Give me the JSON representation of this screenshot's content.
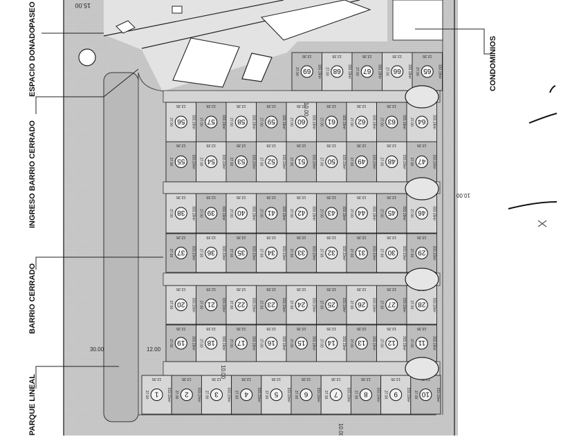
{
  "labels": {
    "paseo": "PASEO",
    "espacio_donado": "ESPACIO DONADO",
    "ingreso_barrio_cerrado": "INGRESO BARRIO CERRADO",
    "barrio_cerrado": "BARRIO CERRADO",
    "parque_lineal": "PARQUE LINEAL",
    "condominios": "CONDOMINIOS"
  },
  "dimensions": {
    "top_left": "15.00",
    "road_a": "10.00",
    "road_b": "10.00",
    "road_c": "10.00",
    "road_d": "10.00",
    "width_30": "30.00",
    "width_12": "12.00"
  },
  "lot_dims": {
    "front": "12.35",
    "depth": "27.00",
    "area": "333.19m²"
  },
  "lot_blocks": [
    {
      "name": "row-1",
      "lots": [
        "1",
        "2",
        "3",
        "4",
        "5",
        "6",
        "7",
        "8",
        "9",
        "10"
      ]
    },
    {
      "name": "row-2",
      "lots": [
        "19",
        "18",
        "17",
        "16",
        "15",
        "14",
        "13",
        "12",
        "11"
      ]
    },
    {
      "name": "row-3",
      "lots": [
        "20",
        "21",
        "22",
        "23",
        "24",
        "25",
        "26",
        "27",
        "28"
      ]
    },
    {
      "name": "row-4",
      "lots": [
        "37",
        "36",
        "35",
        "34",
        "33",
        "32",
        "31",
        "30",
        "29"
      ]
    },
    {
      "name": "row-5",
      "lots": [
        "38",
        "39",
        "40",
        "41",
        "42",
        "43",
        "44",
        "45",
        "46"
      ]
    },
    {
      "name": "row-6",
      "lots": [
        "55",
        "54",
        "53",
        "52",
        "51",
        "50",
        "49",
        "48",
        "47"
      ]
    },
    {
      "name": "row-7",
      "lots": [
        "56",
        "57",
        "58",
        "59",
        "60",
        "61",
        "62",
        "63",
        "64"
      ]
    },
    {
      "name": "row-8",
      "lots": [
        "69",
        "68",
        "67",
        "66",
        "65"
      ]
    }
  ]
}
